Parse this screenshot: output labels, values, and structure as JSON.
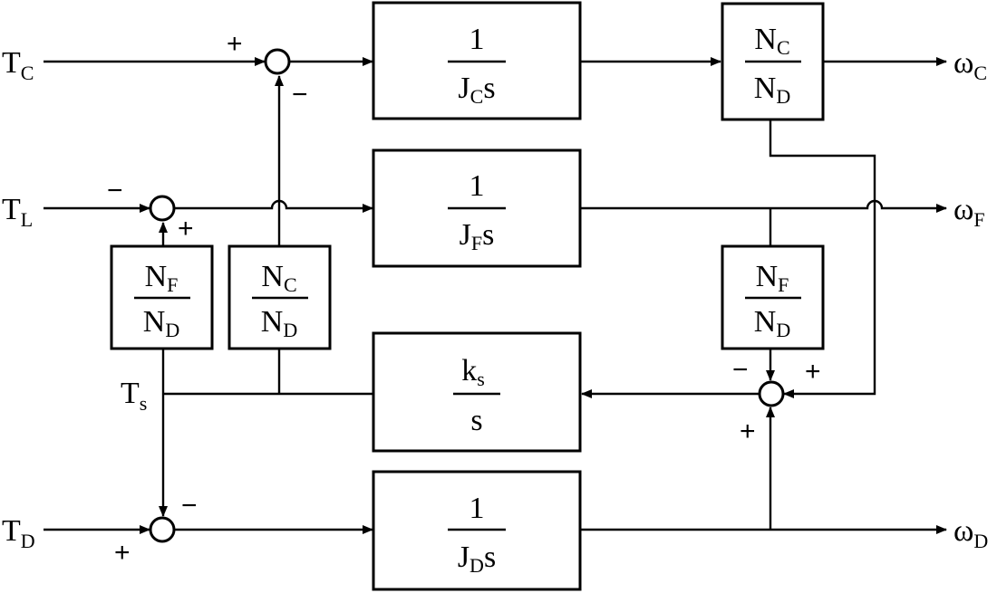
{
  "inputs": {
    "tc": {
      "main": "T",
      "sub": "C"
    },
    "tl": {
      "main": "T",
      "sub": "L"
    },
    "td": {
      "main": "T",
      "sub": "D"
    },
    "ts": {
      "main": "T",
      "sub": "s"
    }
  },
  "outputs": {
    "wc": {
      "main": "ω",
      "sub": "C"
    },
    "wf": {
      "main": "ω",
      "sub": "F"
    },
    "wd": {
      "main": "ω",
      "sub": "D"
    }
  },
  "blocks": {
    "jc": {
      "num": "1",
      "den_a": "J",
      "den_sub": "C",
      "den_b": "s"
    },
    "jf": {
      "num": "1",
      "den_a": "J",
      "den_sub": "F",
      "den_b": "s"
    },
    "jd": {
      "num": "1",
      "den_a": "J",
      "den_sub": "D",
      "den_b": "s"
    },
    "ks": {
      "num_a": "k",
      "num_sub": "s",
      "den": "s"
    },
    "nc_nd_top": {
      "num_a": "N",
      "num_sub": "C",
      "den_a": "N",
      "den_sub": "D"
    },
    "nf_nd_left": {
      "num_a": "N",
      "num_sub": "F",
      "den_a": "N",
      "den_sub": "D"
    },
    "nc_nd_left": {
      "num_a": "N",
      "num_sub": "C",
      "den_a": "N",
      "den_sub": "D"
    },
    "nf_nd_right": {
      "num_a": "N",
      "num_sub": "F",
      "den_a": "N",
      "den_sub": "D"
    }
  },
  "signs": {
    "s1_plus": "+",
    "s1_minus": "−",
    "s2_minus": "−",
    "s2_plus": "+",
    "s3_minus": "−",
    "s3_plus": "+",
    "s4_minus": "−",
    "s4_plus_right": "+",
    "s4_plus_bottom": "+"
  }
}
